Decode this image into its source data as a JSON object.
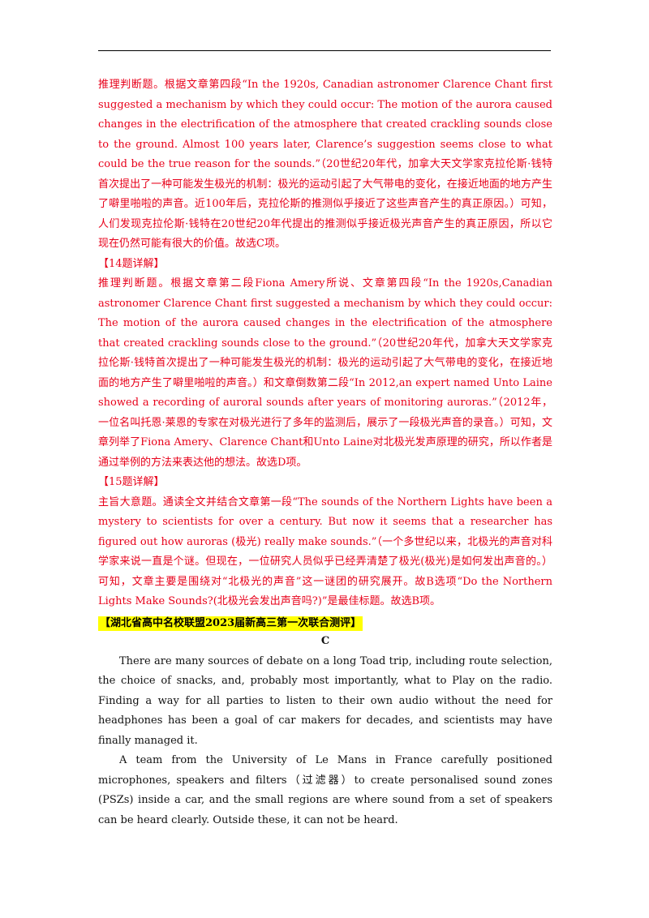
{
  "answers": [
    {
      "heading": "",
      "text": "推理判断题。根据文章第四段“In the 1920s, Canadian astronomer Clarence Chant first suggested a mechanism by which they could occur: The motion of the aurora caused changes in the electrification of the atmosphere that created crackling sounds close to the ground. Almost 100 years later, Clarence’s suggestion seems close to what could be the true reason for the sounds.”（20世纪20年代，加拿大天文学家克拉伦斯·钱特首次提出了一种可能发生极光的机制：极光的运动引起了大气带电的变化，在接近地面的地方产生了噼里啪啦的声音。近100年后，克拉伦斯的推测似乎接近了这些声音产生的真正原因。）可知，人们发现克拉伦斯·钱特在20世纪20年代提出的推测似乎接近极光声音产生的真正原因，所以它 现在仍然可能有很大的价值。故选C项。"
    },
    {
      "heading": "【14题详解】",
      "text": "推理判断题。根据文章第二段Fiona Amery所说、文章第四段“In the 1920s,Canadian astronomer Clarence Chant first suggested a mechanism by which they could occur: The motion of the aurora caused changes in the electrification of the atmosphere that created crackling sounds close to the ground.”（20世纪20年代，加拿大天文学家克拉伦斯·钱特首次提出了一种可能发生极光的机制：极光的运动引起了大气带电的变化，在接近地面的地方产生了噼里啪啦的声音。）和文章倒数第二段“In 2012,an expert named Unto Laine showed a recording of auroral sounds after years of monitoring auroras.”（2012年，一位名叫托恩·莱恩的专家在对极光进行了多年的监测后，展示了一段极光声音的录音。）可知，文章列举了Fiona Amery、Clarence Chant和Unto Laine对北极光发声原理的研究，所以作者是通过举例的方法来表达他的想法。故选D项。"
    },
    {
      "heading": "【15题详解】",
      "text": "主旨大意题。通读全文并结合文章第一段“The sounds of the Northern Lights have been a mystery to scientists for over a century. But now it seems that a researcher has figured out how auroras (极光) really make sounds.”（一个多世纪以来，北极光的声音对科学家来说一直是个谜。但现在，一位研究人员似乎已经弄清楚了极光(极光)是如何发出声音的。）可知，文章主要是围绕对“北极光的声音”这一谜团的研究展开。故B选项“Do the Northern Lights Make Sounds?(北极光会发出声音吗?)”是最佳标题。故选B项。"
    }
  ],
  "source_label": "【湖北省高中名校联盟2023届新高三第一次联合测评】",
  "section_letter": "C",
  "passage": [
    "There are many sources of debate on a long Toad trip, including route selection, the choice of snacks, and, probably most importantly, what to Play on the radio. Finding a way for all parties to listen to their own audio without the need for headphones has been a goal of car makers for decades, and scientists may have finally managed it.",
    "A team from the University of Le Mans in France carefully positioned microphones, speakers and filters（过滤器）to create personalised sound zones (PSZs) inside a car, and the small regions are where sound from a set of speakers can be heard clearly. Outside these, it can not be heard."
  ],
  "colors": {
    "answer_text": "#e8001a",
    "highlight": "#ffff00",
    "body_text": "#111111"
  }
}
